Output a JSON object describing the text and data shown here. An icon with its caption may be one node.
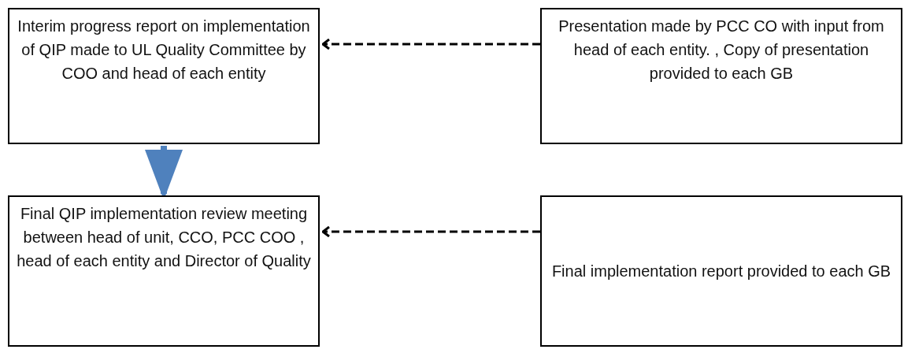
{
  "diagram": {
    "nodes": [
      {
        "text": [
          "Interim progress report on implementation of QIP made to UL Quality Committee by COO and head of each entity"
        ]
      },
      {
        "text": [
          "Presentation made by PCC CO with input from head of each entity. , Copy of presentation provided to each GB"
        ]
      },
      {
        "text": [
          "Final QIP implementation review meeting between head of unit, CCO, PCC COO , head of each entity and Director of Quality"
        ]
      },
      {
        "text": [
          "Final implementation report provided to each GB"
        ]
      }
    ],
    "edges": [
      {
        "from": 1,
        "to": 0,
        "arrow": "to",
        "style": "dashed"
      },
      {
        "from": 0,
        "to": 2,
        "arrow": "to",
        "style": "thick",
        "color": "#4f81bd"
      },
      {
        "from": 3,
        "to": 2,
        "arrow": "to",
        "style": "dashed"
      }
    ]
  }
}
